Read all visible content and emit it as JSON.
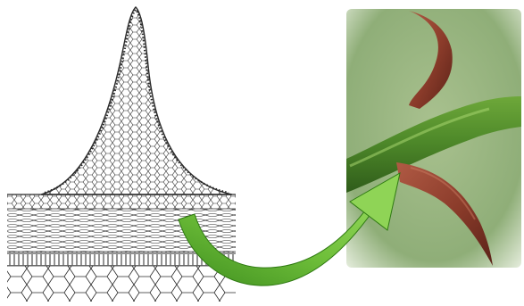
{
  "figure": {
    "left_panel": "prickle-cross-section-drawing",
    "right_panel": "rose-stem-thorns-photo",
    "connector": "curved-arrow"
  },
  "colors": {
    "ink": "#2a2a2a",
    "paper": "#ffffff",
    "photo_background": "#8fae78",
    "stem_green": "#4f8a2a",
    "thorn_red": "#8a3b2a",
    "arrow_green": "#6fbf3a",
    "arrow_dark": "#3f8f1f"
  }
}
